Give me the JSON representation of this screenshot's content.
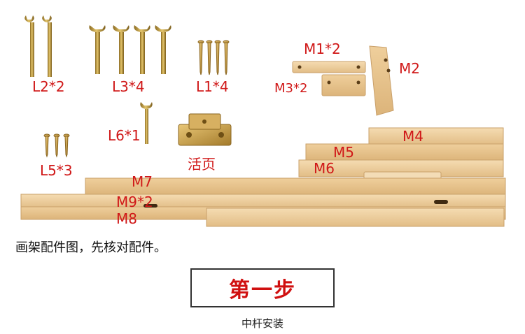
{
  "labels": {
    "l2": "L2*2",
    "l3": "L3*4",
    "l1": "L1*4",
    "l6": "L6*1",
    "l5": "L5*3",
    "hinge": "活页",
    "m1": "M1*2",
    "m2": "M2",
    "m3": "M3*2",
    "m4": "M4",
    "m5": "M5",
    "m6": "M6",
    "m7": "M7",
    "m9": "M9*2",
    "m8": "M8"
  },
  "caption": "画架配件图，先核对配件。",
  "step": {
    "title": "第一步",
    "subtitle": "中杆安装"
  },
  "colors": {
    "label_red": "#d01818",
    "wood_light": "#f1d3a4",
    "wood_mid": "#e6c089",
    "metal_gold": "#c8a347"
  }
}
